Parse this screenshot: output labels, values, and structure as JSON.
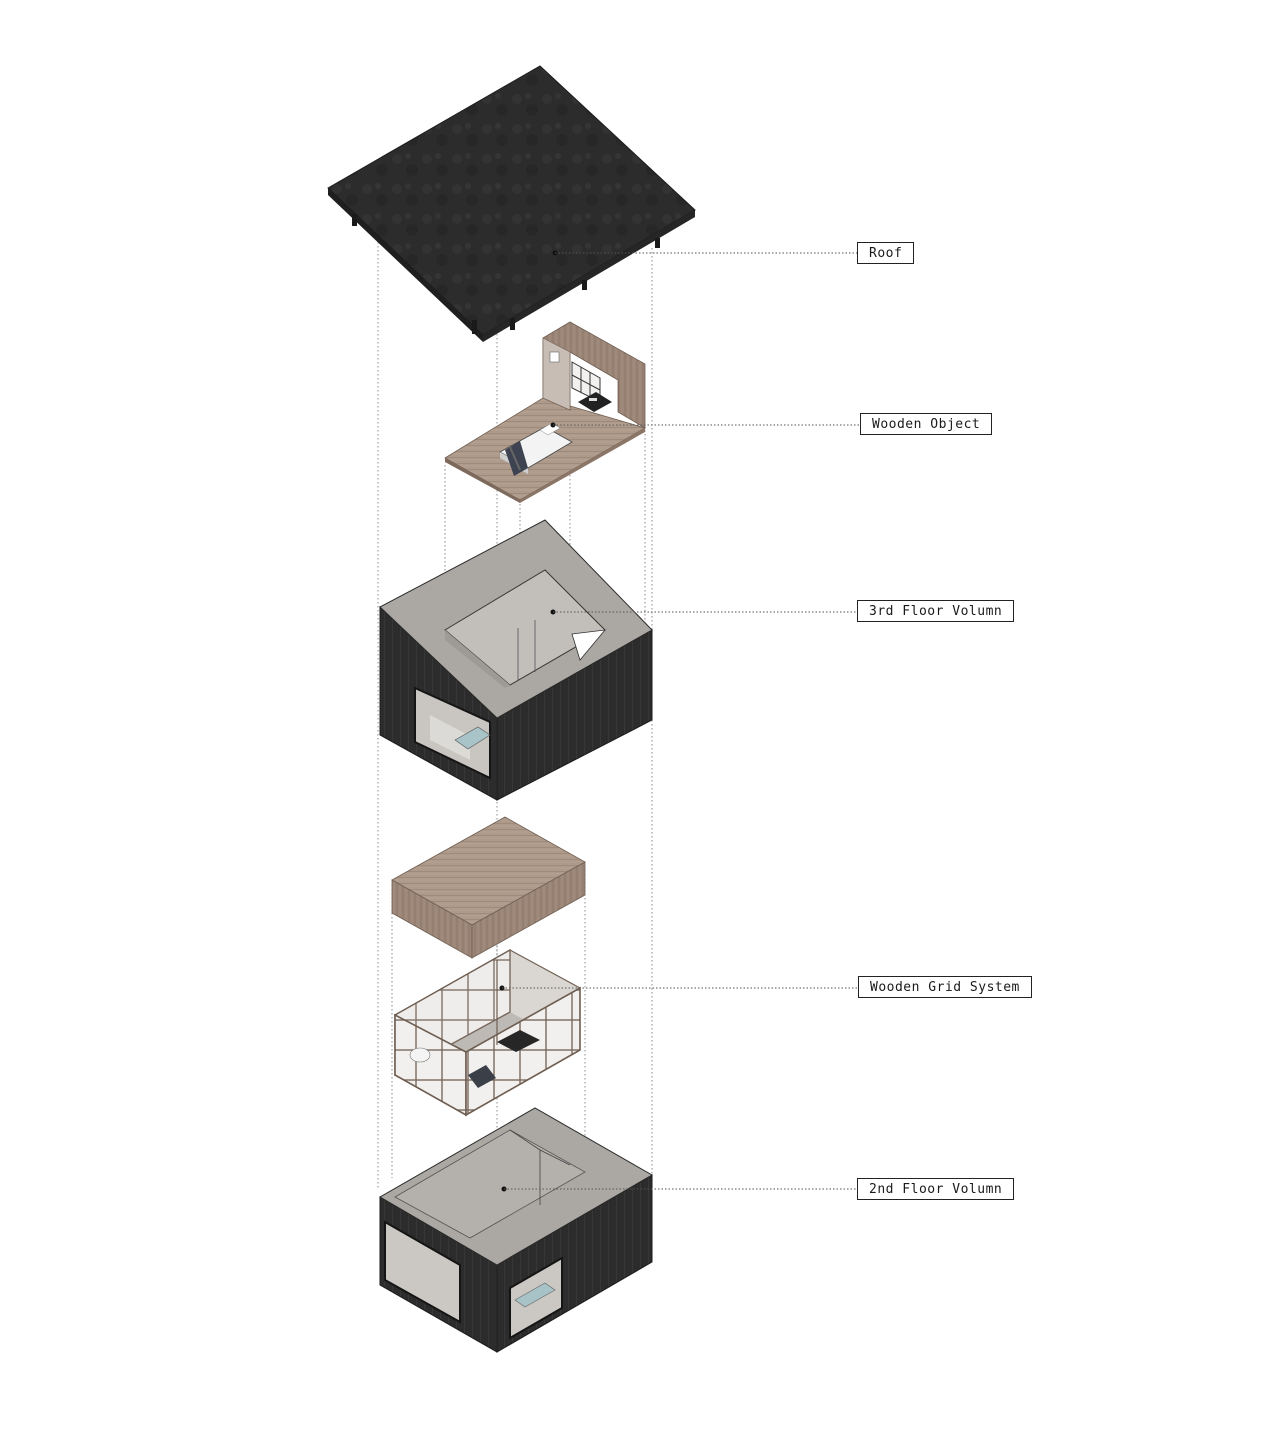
{
  "labels": {
    "roof": "Roof",
    "wooden_object": "Wooden Object",
    "third_floor": "3rd Floor Volumn",
    "wooden_grid": "Wooden Grid System",
    "second_floor": "2nd Floor Volumn"
  },
  "colors": {
    "roof": "#2b2b2b",
    "wood": "#9c8677",
    "concrete": "#a9a6a1",
    "cladding": "#2a2a2b",
    "grid_frame": "#8a7566"
  }
}
